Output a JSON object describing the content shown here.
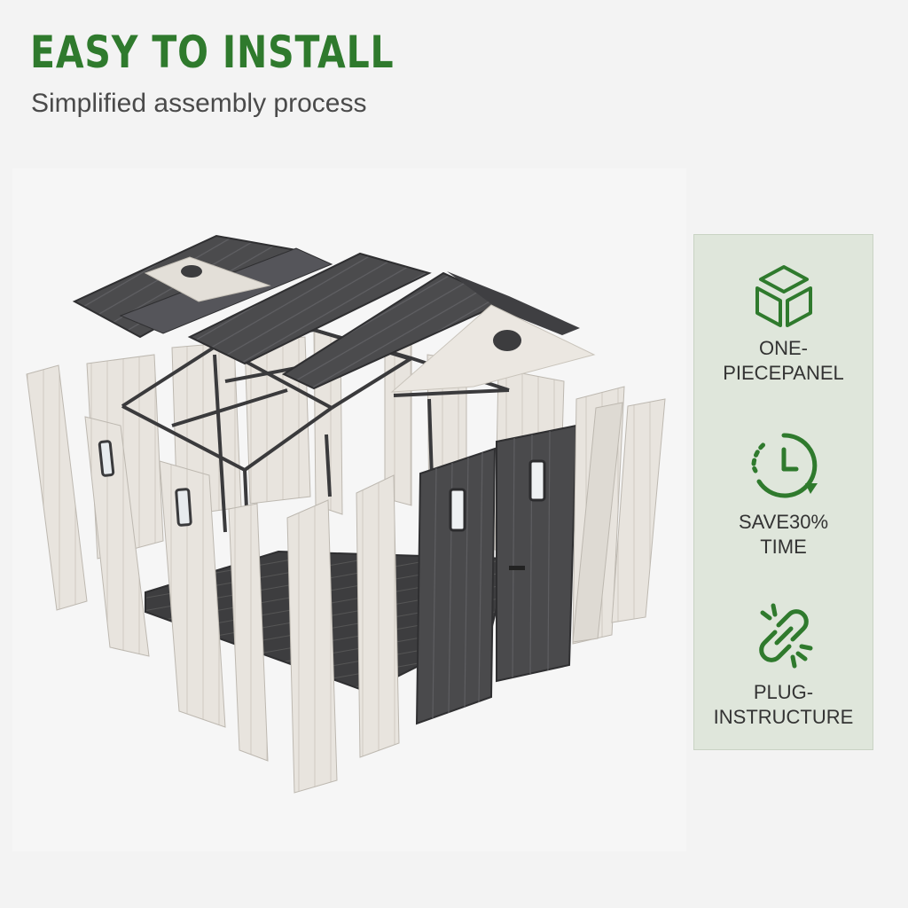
{
  "header": {
    "title": "EASY TO INSTALL",
    "subtitle": "Simplified assembly process"
  },
  "features": [
    {
      "icon": "cube-icon",
      "line1": "ONE-",
      "line2": "PIECEPANEL"
    },
    {
      "icon": "clock-icon",
      "line1": "SAVE30%",
      "line2": "TIME"
    },
    {
      "icon": "link-icon",
      "line1": "PLUG-",
      "line2": "INSTRUCTURE"
    }
  ],
  "colors": {
    "accent": "#2f7a2d",
    "panel_bg": "#dfe6db",
    "wall_panel": "#e7e3dc",
    "roof_dark": "#4a4a4c"
  }
}
